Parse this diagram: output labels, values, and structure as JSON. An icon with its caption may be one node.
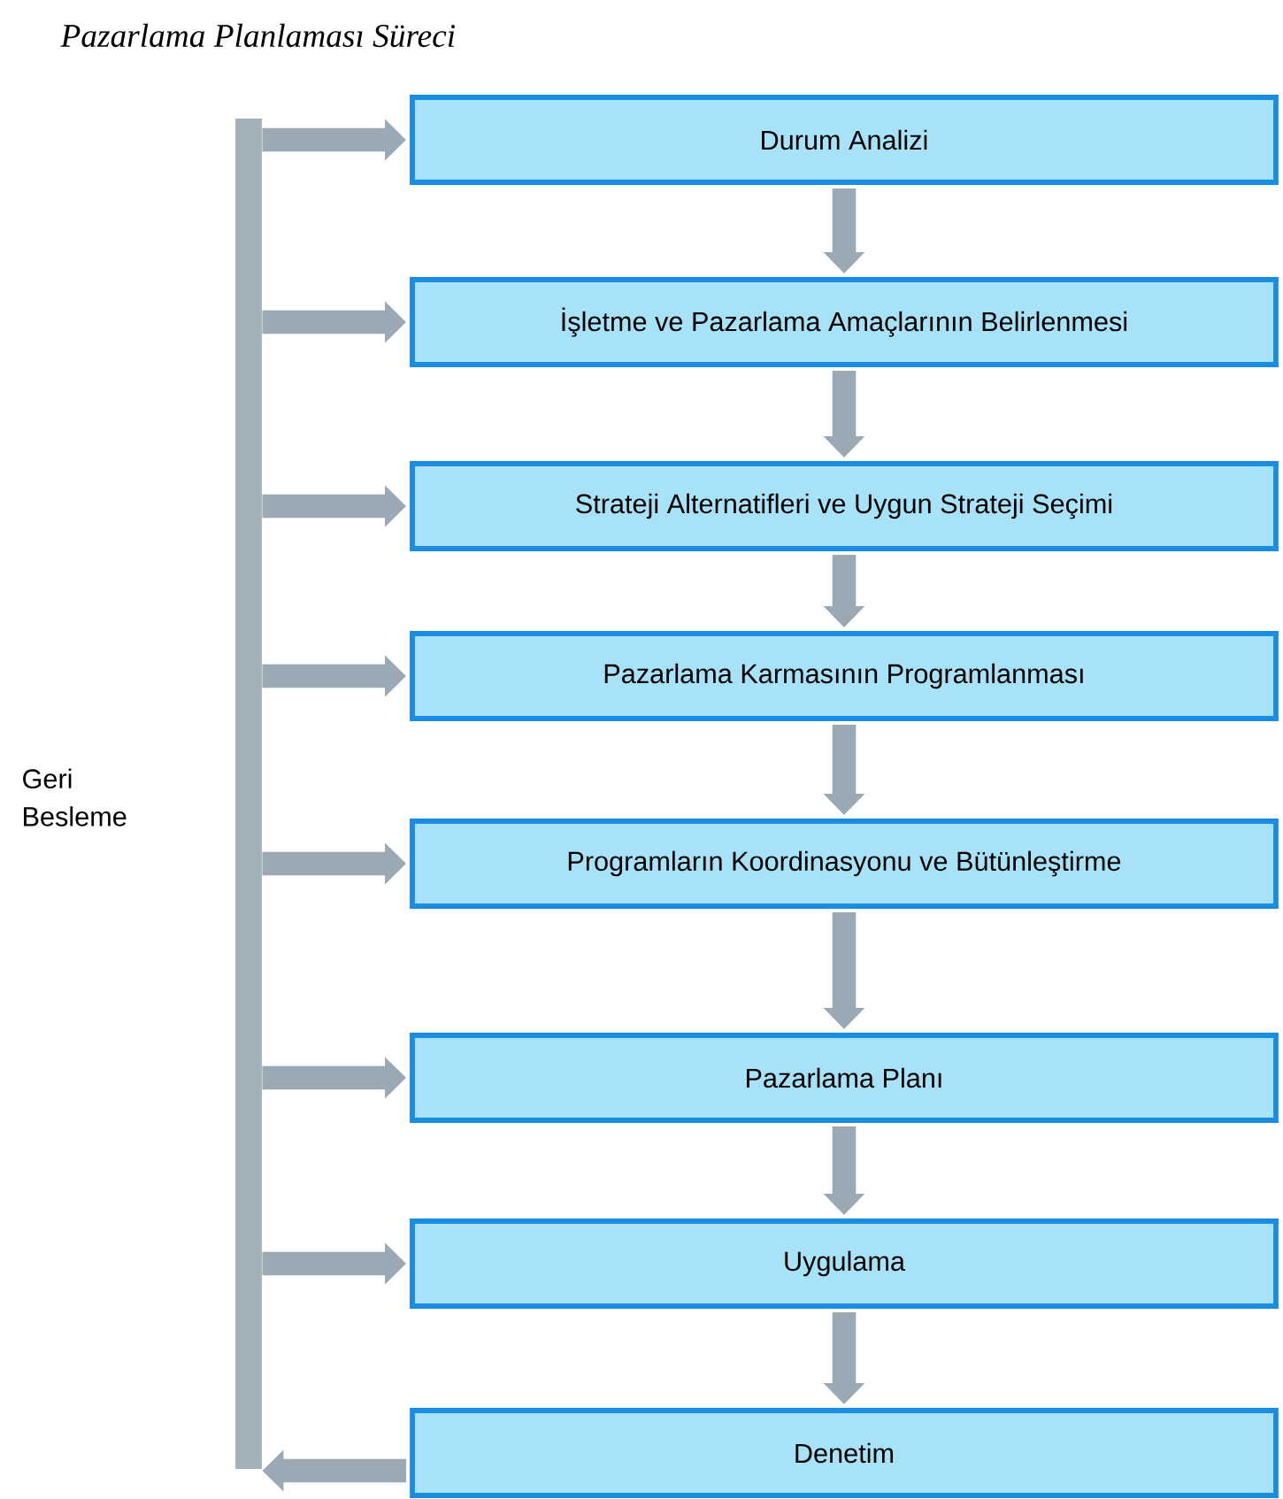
{
  "diagram": {
    "title": "Pazarlama  Planlaması Süreci",
    "nodes": [
      {
        "text": [
          "Durum Analizi"
        ]
      },
      {
        "text": [
          "İşletme ve Pazarlama Amaçlarının Belirlenmesi"
        ]
      },
      {
        "text": [
          "Strateji Alternatifleri ve Uygun Strateji Seçimi"
        ]
      },
      {
        "text": [
          "Pazarlama Karmasının Programlanması"
        ]
      },
      {
        "text": [
          "Programların Koordinasyonu ve Bütünleştirme"
        ]
      },
      {
        "text": [
          "Pazarlama Planı"
        ]
      },
      {
        "text": [
          "Uygulama"
        ]
      },
      {
        "text": [
          "Denetim"
        ]
      },
      {
        "text": [],
        "shape": "bar"
      }
    ],
    "edges": [
      {
        "from": 0,
        "to": 1,
        "arrow": "to"
      },
      {
        "from": 1,
        "to": 2,
        "arrow": "to"
      },
      {
        "from": 2,
        "to": 3,
        "arrow": "to"
      },
      {
        "from": 3,
        "to": 4,
        "arrow": "to"
      },
      {
        "from": 4,
        "to": 5,
        "arrow": "to"
      },
      {
        "from": 5,
        "to": 6,
        "arrow": "to"
      },
      {
        "from": 6,
        "to": 7,
        "arrow": "to"
      },
      {
        "from": 7,
        "to": 8,
        "arrow": "to"
      },
      {
        "from": 8,
        "to": 0,
        "arrow": "to"
      },
      {
        "from": 8,
        "to": 1,
        "arrow": "to"
      },
      {
        "from": 8,
        "to": 2,
        "arrow": "to"
      },
      {
        "from": 8,
        "to": 3,
        "arrow": "to"
      },
      {
        "from": 8,
        "to": 4,
        "arrow": "to"
      },
      {
        "from": 8,
        "to": 5,
        "arrow": "to"
      },
      {
        "from": 8,
        "to": 6,
        "arrow": "to"
      }
    ],
    "labels": [
      "Geri Besleme"
    ]
  }
}
